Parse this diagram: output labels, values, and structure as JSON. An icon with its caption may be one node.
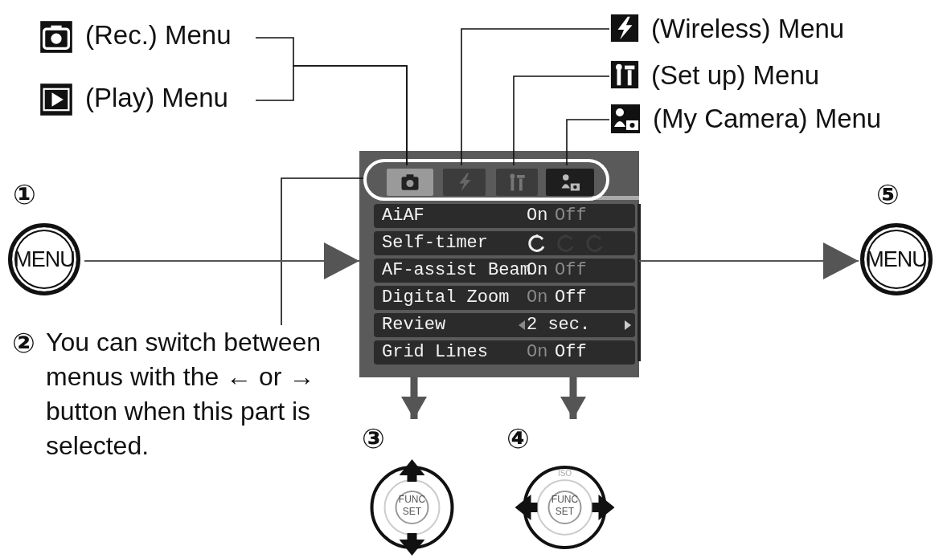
{
  "diagram": {
    "nodes": [
      {
        "text": [
          "(Rec.) Menu"
        ]
      },
      {
        "text": [
          "(Play) Menu"
        ]
      },
      {
        "text": [
          "(Wireless) Menu"
        ]
      },
      {
        "text": [
          "(Set up) Menu"
        ]
      },
      {
        "text": [
          "(My Camera) Menu"
        ]
      },
      {
        "text": [
          "AiAF",
          "On",
          "Off",
          "Self-timer",
          "AF-assist Beam",
          "On",
          "Off",
          "Digital Zoom",
          "On",
          "Off",
          "Review",
          "2 sec.",
          "Grid Lines",
          "On",
          "Off"
        ]
      },
      {
        "text": [],
        "shape": "box",
        "in": 5
      },
      {
        "text": [],
        "shape": "box",
        "in": 6
      },
      {
        "text": [],
        "shape": "box",
        "in": 6
      },
      {
        "text": [],
        "shape": "box",
        "in": 6
      },
      {
        "text": [],
        "shape": "box",
        "in": 6
      },
      {
        "text": [
          "②",
          "You can switch between menus with the ← or → button when this part is selected."
        ]
      },
      {
        "text": [
          "①",
          "MENU"
        ]
      },
      {
        "text": [
          "⑤",
          "MENU"
        ]
      },
      {
        "text": [
          "③",
          "FUNC SET"
        ]
      },
      {
        "text": [
          "④",
          "ISO",
          "FUNC SET"
        ]
      }
    ],
    "edges": [
      {
        "from": 0,
        "to": 7,
        "arrow": "none"
      },
      {
        "from": 1,
        "to": 7,
        "arrow": "none"
      },
      {
        "from": 2,
        "to": 8,
        "arrow": "none"
      },
      {
        "from": 3,
        "to": 9,
        "arrow": "none"
      },
      {
        "from": 4,
        "to": 10,
        "arrow": "none"
      },
      {
        "from": 11,
        "to": 6,
        "arrow": "none"
      },
      {
        "from": 12,
        "to": 5,
        "arrow": "to",
        "color": "#555555"
      },
      {
        "from": 5,
        "to": 13,
        "arrow": "to",
        "color": "#555555"
      },
      {
        "from": 5,
        "to": 14,
        "arrow": "to",
        "style": "thick",
        "color": "#555555"
      },
      {
        "from": 5,
        "to": 15,
        "arrow": "to",
        "style": "thick",
        "color": "#555555"
      }
    ]
  }
}
